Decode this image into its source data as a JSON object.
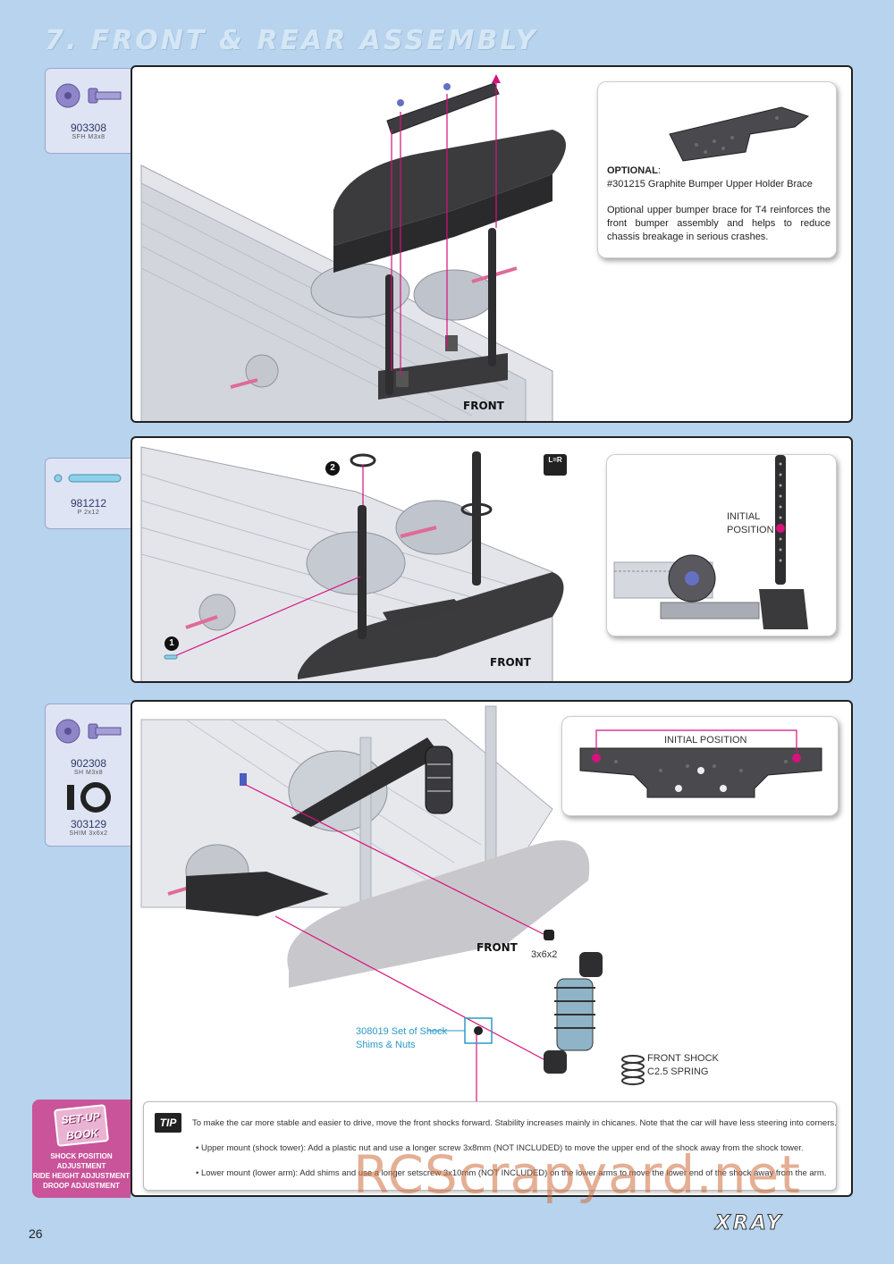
{
  "header": {
    "title": "7. FRONT & REAR ASSEMBLY"
  },
  "steps": [
    {
      "parts": [
        {
          "code": "903308",
          "desc": "SFH M3x8",
          "icon": "flat-head-screw-icon"
        }
      ],
      "front_label": "FRONT",
      "callout": {
        "optional_label": "OPTIONAL",
        "part_number": "#301215 Graphite Bumper Upper Holder Brace",
        "description": "Optional upper bumper brace for T4 reinforces the front bumper assembly and helps to reduce chassis breakage in serious crashes."
      }
    },
    {
      "parts": [
        {
          "code": "981212",
          "desc": "P 2x12",
          "icon": "pin-icon"
        }
      ],
      "front_label": "FRONT",
      "step_markers": [
        "1",
        "2"
      ],
      "lr_badge": "L=R",
      "callout": {
        "label_line1": "INITIAL",
        "label_line2": "POSITION"
      }
    },
    {
      "parts": [
        {
          "code": "902308",
          "desc": "SH M3x8",
          "icon": "flat-head-screw-icon"
        },
        {
          "code": "303129",
          "desc": "SHIM 3x6x2",
          "icon": "shim-icon"
        }
      ],
      "front_label": "FRONT",
      "callout": {
        "label": "INITIAL POSITION"
      },
      "labels": {
        "nut": "3x6x2",
        "shims_line1": "308019 Set of Shock",
        "shims_line2": "Shims & Nuts",
        "spring_line1": "FRONT SHOCK",
        "spring_line2": "C2.5 SPRING"
      }
    }
  ],
  "tip": {
    "badge": "TIP",
    "intro": "To make the car more stable and easier to drive, move the front shocks forward. Stability increases mainly in chicanes. Note that the car will have less steering into corners.",
    "bullet1": "• Upper mount (shock tower): Add a plastic nut and use a longer screw 3x8mm (NOT INCLUDED) to move the upper end of the shock away from the shock tower.",
    "bullet2": "• Lower mount (lower arm):  Add shims and use a longer setscrew 3x10mm (NOT INCLUDED) on the lower arms to move the lower end of the shock away from the arm."
  },
  "setup_book": {
    "title_line1": "SET-UP",
    "title_line2": "BOOK",
    "link1": "SHOCK POSITION ADJUSTMENT",
    "link2": "RIDE HEIGHT ADJUSTMENT",
    "link3": "DROOP ADJUSTMENT"
  },
  "footer": {
    "page_number": "26",
    "brand": "XRAY"
  },
  "watermark": "RCScrapyard.net",
  "colors": {
    "background": "#b7d3ee",
    "accent_magenta": "#d6127d",
    "link_cyan": "#2a9ac9",
    "setup_pink": "#c9549a"
  }
}
